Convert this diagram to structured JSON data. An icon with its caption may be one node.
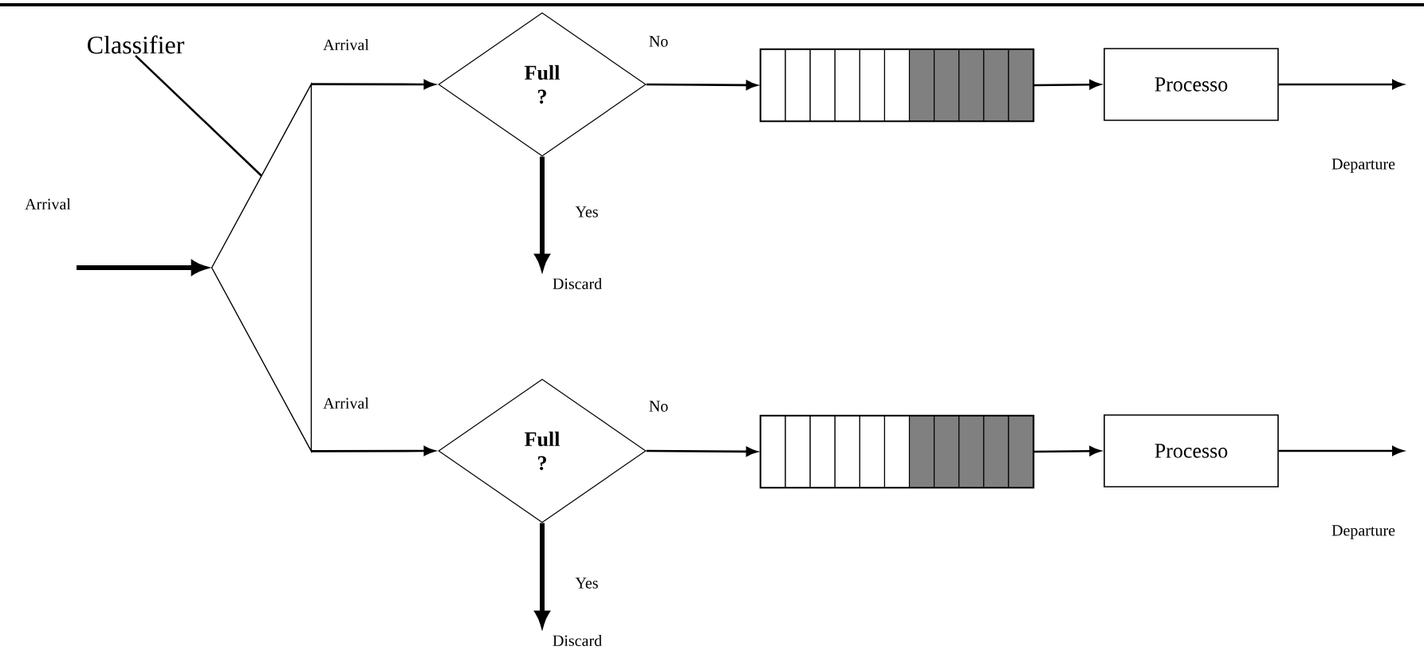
{
  "diagram": {
    "nodes": [
      {
        "text": [
          "Classifier"
        ]
      },
      {
        "text": [],
        "shape": "triangle"
      },
      {
        "text": [
          "Full ?"
        ]
      },
      {
        "text": [],
        "shape": "queue"
      },
      {
        "text": [
          "Processo"
        ]
      },
      {
        "text": [
          "Discard"
        ]
      },
      {
        "text": [
          "Full ?"
        ]
      },
      {
        "text": [],
        "shape": "queue"
      },
      {
        "text": [
          "Processo"
        ]
      },
      {
        "text": [
          "Discard"
        ]
      }
    ],
    "edges": [
      {
        "from": null,
        "to": 1,
        "arrow": "to",
        "label": "Arrival",
        "style": "thick"
      },
      {
        "from": 1,
        "to": 2,
        "arrow": "to",
        "label": "Arrival"
      },
      {
        "from": 2,
        "to": 3,
        "arrow": "to",
        "label": "No"
      },
      {
        "from": 2,
        "to": 5,
        "arrow": "to",
        "label": "Yes",
        "style": "thick"
      },
      {
        "from": 3,
        "to": 4,
        "arrow": "to"
      },
      {
        "from": 4,
        "to": null,
        "arrow": "to",
        "label": "Departure"
      },
      {
        "from": 1,
        "to": 6,
        "arrow": "to",
        "label": "Arrival"
      },
      {
        "from": 6,
        "to": 7,
        "arrow": "to",
        "label": "No"
      },
      {
        "from": 6,
        "to": 9,
        "arrow": "to",
        "label": "Yes",
        "style": "thick"
      },
      {
        "from": 7,
        "to": 8,
        "arrow": "to"
      },
      {
        "from": 8,
        "to": null,
        "arrow": "to",
        "label": "Departure"
      },
      {
        "from": 0,
        "to": 1,
        "arrow": "none"
      }
    ]
  }
}
